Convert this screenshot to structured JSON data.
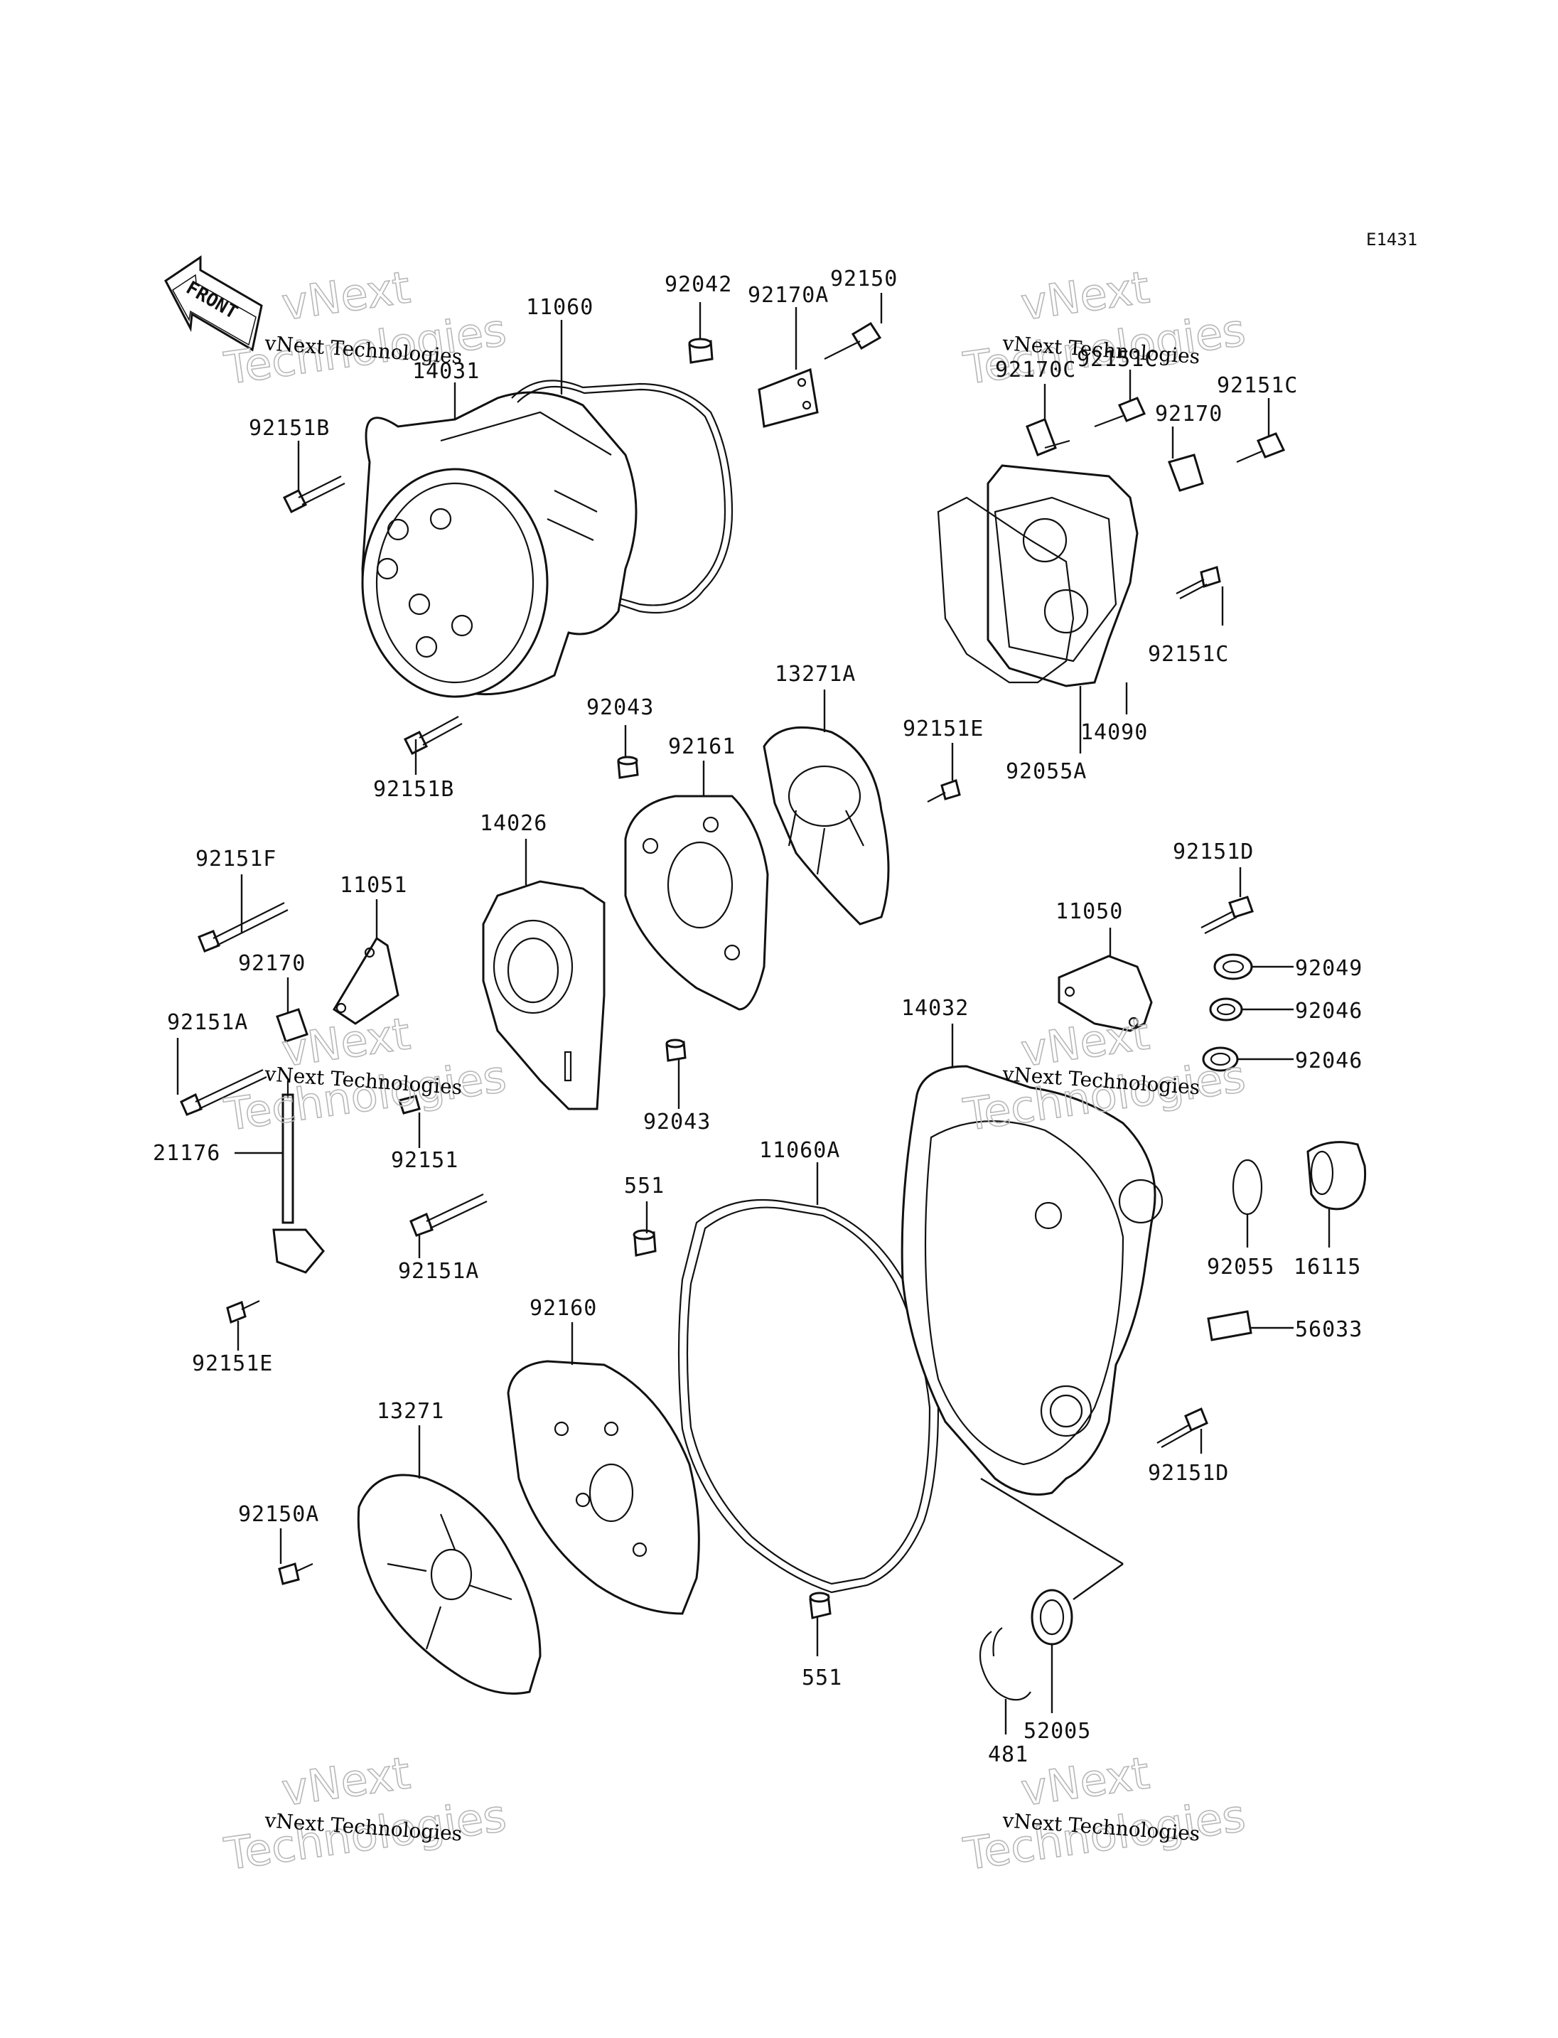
{
  "diagram_code": "E1431",
  "front_arrow_label": "FRONT",
  "watermark": {
    "small": "vNext Technologies",
    "big_line1": "vNext",
    "big_line2": "Technologies"
  },
  "parts": {
    "p11060": "11060",
    "p92042": "92042",
    "p92170A": "92170A",
    "p92150": "92150",
    "p14031": "14031",
    "p92151B_top": "92151B",
    "p92151B_bottom": "92151B",
    "p92151C_a": "92151C",
    "p92170C": "92170C",
    "p92151C_b": "92151C",
    "p92170_top": "92170",
    "p92151C_c": "92151C",
    "p14090": "14090",
    "p92055A": "92055A",
    "p13271A": "13271A",
    "p92043_top": "92043",
    "p92161": "92161",
    "p92151E_top": "92151E",
    "p14026": "14026",
    "p92151F": "92151F",
    "p11051": "11051",
    "p92170_mid": "92170",
    "p92151A_top": "92151A",
    "p92043_bottom": "92043",
    "p92151": "92151",
    "p21176": "21176",
    "p92151A_bottom": "92151A",
    "p92151E_bottom": "92151E",
    "p92151D_top": "92151D",
    "p11050": "11050",
    "p92049": "92049",
    "p14032": "14032",
    "p92046_a": "92046",
    "p92046_b": "92046",
    "p11060A": "11060A",
    "p551_top": "551",
    "p92055": "92055",
    "p16115": "16115",
    "p56033": "56033",
    "p92160": "92160",
    "p13271": "13271",
    "p92150A": "92150A",
    "p92151D_bottom": "92151D",
    "p551_bottom": "551",
    "p481": "481",
    "p52005": "52005"
  }
}
